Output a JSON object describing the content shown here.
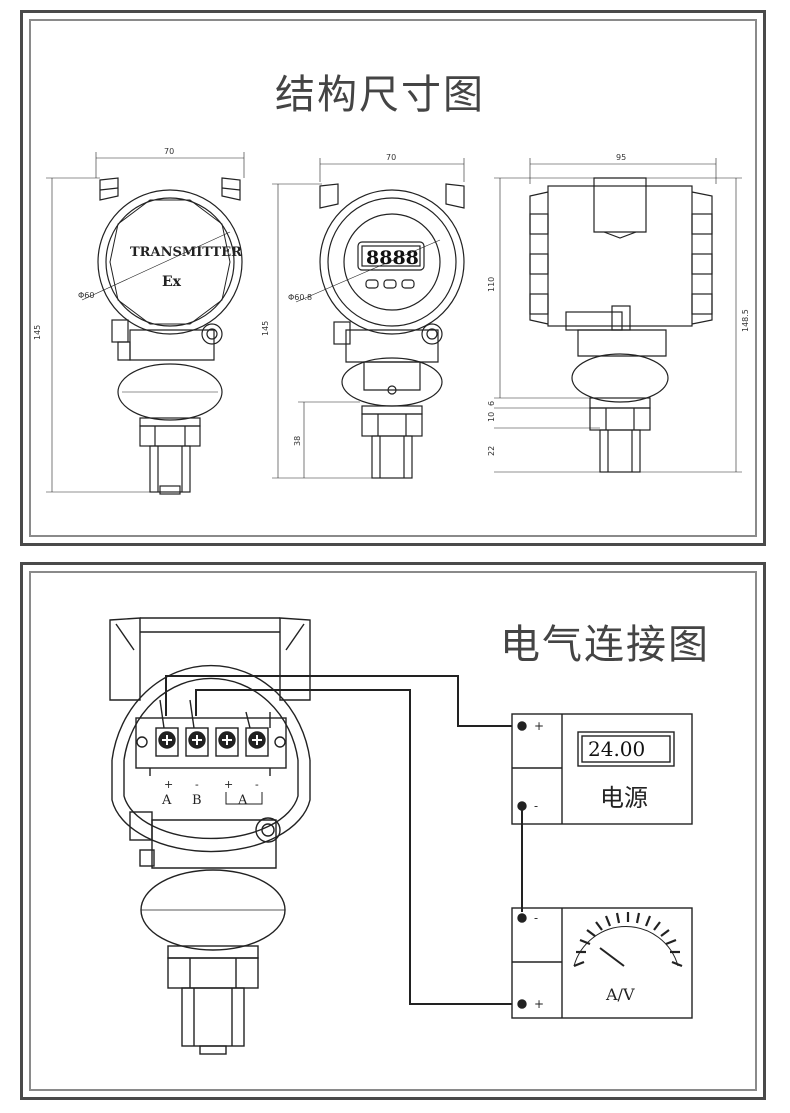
{
  "structure": {
    "title": "结构尺寸图",
    "front_view": {
      "width_dim": "70",
      "height_dim": "145",
      "dia_dim": "Φ60",
      "label_line1": "TRANSMITTER",
      "label_line2": "Ex"
    },
    "display_view": {
      "width_dim": "70",
      "height_dim": "145",
      "dia_dim": "Φ60.8",
      "lower_dim": "38",
      "display_value": "8888"
    },
    "side_view": {
      "width_dim": "95",
      "height_dim": "110",
      "total_dim": "148.5",
      "dims": [
        "6",
        "10",
        "22"
      ]
    }
  },
  "wiring": {
    "title": "电气连接图",
    "terminal_signs": [
      "+",
      "-",
      "+",
      "-"
    ],
    "terminal_letters": [
      "A",
      "B",
      "A"
    ],
    "power_supply": {
      "value": "24.00",
      "label": "电源",
      "plus": "+",
      "minus": "-"
    },
    "meter": {
      "label": "A/V",
      "plus": "+",
      "minus": "-"
    }
  }
}
